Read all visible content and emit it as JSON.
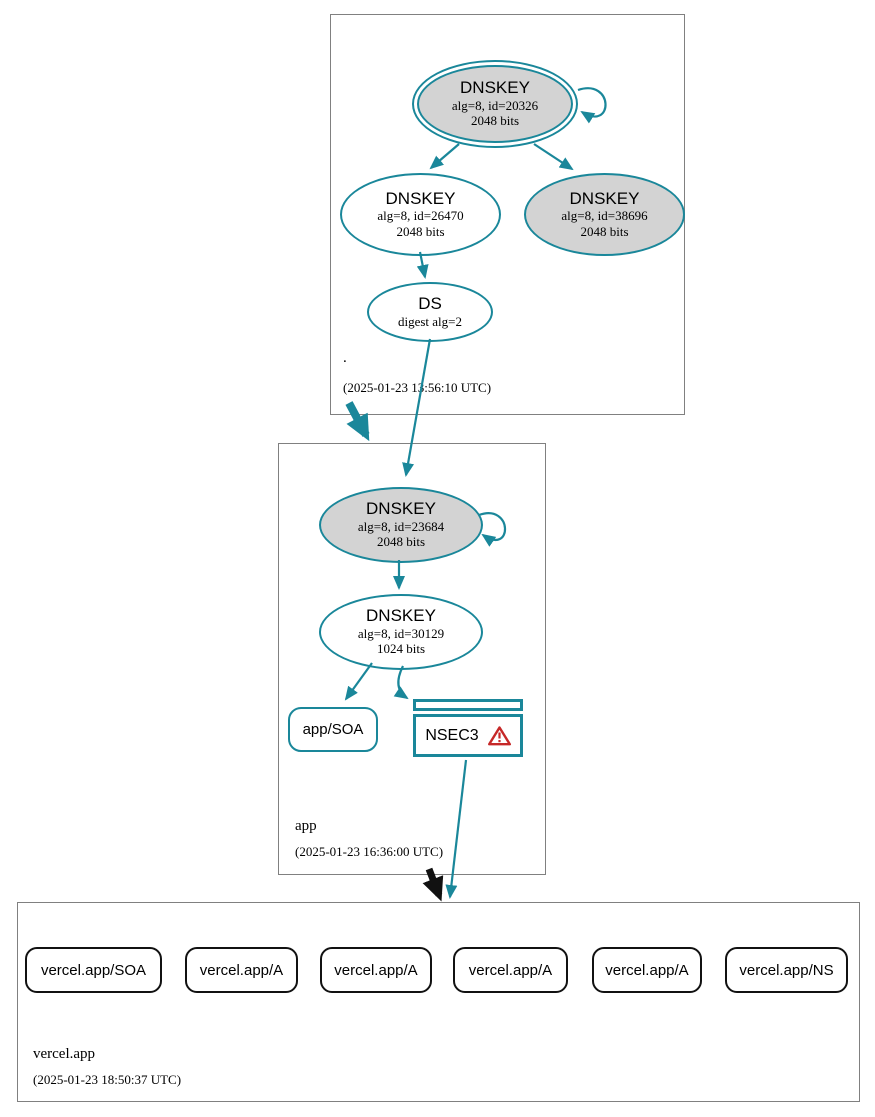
{
  "colors": {
    "secure": "#1a879a",
    "node_fill_gray": "#d3d3d3",
    "warning_red": "#c62828",
    "box_border_gray": "#808080",
    "insecure_black": "#111111"
  },
  "zones": [
    {
      "label": ".",
      "timestamp": "(2025-01-23 13:56:10 UTC)"
    },
    {
      "label": "app",
      "timestamp": "(2025-01-23 16:36:00 UTC)"
    },
    {
      "label": "vercel.app",
      "timestamp": "(2025-01-23 18:50:37 UTC)"
    }
  ],
  "root_zone": {
    "ksk": {
      "title": "DNSKEY",
      "detail1": "alg=8, id=20326",
      "detail2": "2048 bits"
    },
    "zsk": {
      "title": "DNSKEY",
      "detail1": "alg=8, id=26470",
      "detail2": "2048 bits"
    },
    "key2": {
      "title": "DNSKEY",
      "detail1": "alg=8, id=38696",
      "detail2": "2048 bits"
    },
    "ds": {
      "title": "DS",
      "detail1": "digest alg=2"
    }
  },
  "app_zone": {
    "ksk": {
      "title": "DNSKEY",
      "detail1": "alg=8, id=23684",
      "detail2": "2048 bits"
    },
    "zsk": {
      "title": "DNSKEY",
      "detail1": "alg=8, id=30129",
      "detail2": "1024 bits"
    },
    "soa": {
      "label": "app/SOA"
    },
    "nsec3": {
      "label": "NSEC3"
    }
  },
  "vercel_zone": {
    "rrsets": [
      "vercel.app/SOA",
      "vercel.app/A",
      "vercel.app/A",
      "vercel.app/A",
      "vercel.app/A",
      "vercel.app/NS"
    ]
  }
}
